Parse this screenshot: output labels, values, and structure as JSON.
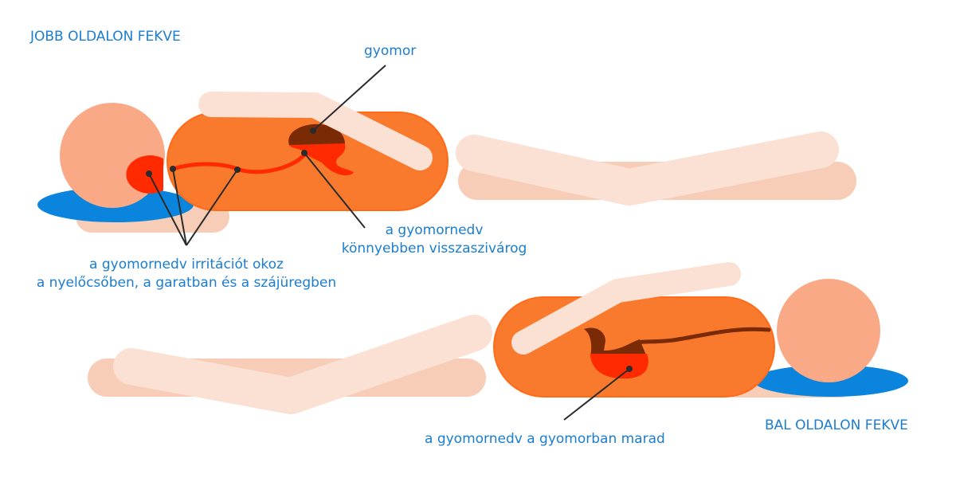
{
  "colors": {
    "skin": "#f9a985",
    "limb_light": "#fbe0d4",
    "limb_dark": "#f7cdb7",
    "torso": "#f97a2c",
    "torso_outline": "#ff6b18",
    "stomach_top": "#7a2a05",
    "acid": "#ff2a00",
    "pillow": "#0a84dc",
    "label_text": "#1a7dd0",
    "pointer_line": "#2b2b2b"
  },
  "top_panel": {
    "title": "JOBB OLDALON FEKVE",
    "stomach_label": "gyomor",
    "reflux_label_line1": "a gyomornedv",
    "reflux_label_line2": "könnyebben visszaszivárog",
    "irritation_line1": "a gyomornedv irritációt okoz",
    "irritation_line2": "a nyelőcsőben, a garatban és a szájüregben"
  },
  "bottom_panel": {
    "title": "BAL OLDALON FEKVE",
    "retain_label": "a gyomornedv a gyomorban marad"
  }
}
